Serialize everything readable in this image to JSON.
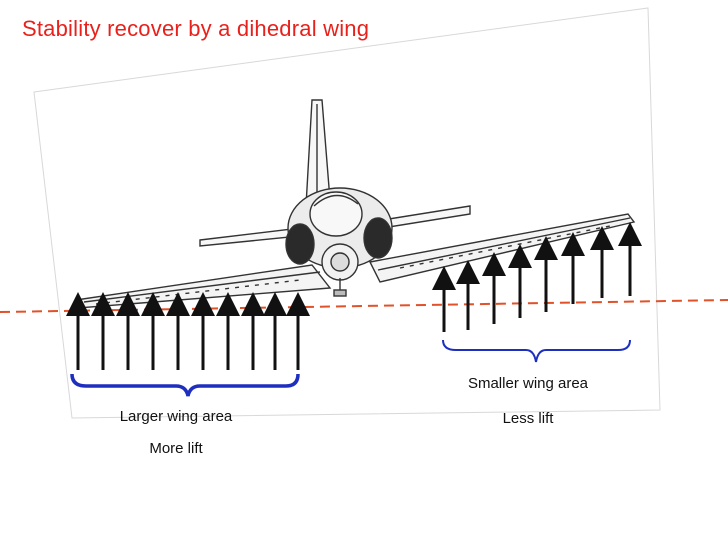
{
  "title": "Stability recover by a dihedral wing",
  "colors": {
    "title": "#e8211c",
    "horizon_line": "#e0522a",
    "brace": "#1e2fc0",
    "arrow": "#111111",
    "aircraft": "#333333"
  },
  "left_side": {
    "label_area": "Larger wing area",
    "label_lift": "More lift",
    "arrow_count": 10
  },
  "right_side": {
    "label_area": "Smaller wing area",
    "label_lift": "Less lift",
    "arrow_count": 8
  }
}
